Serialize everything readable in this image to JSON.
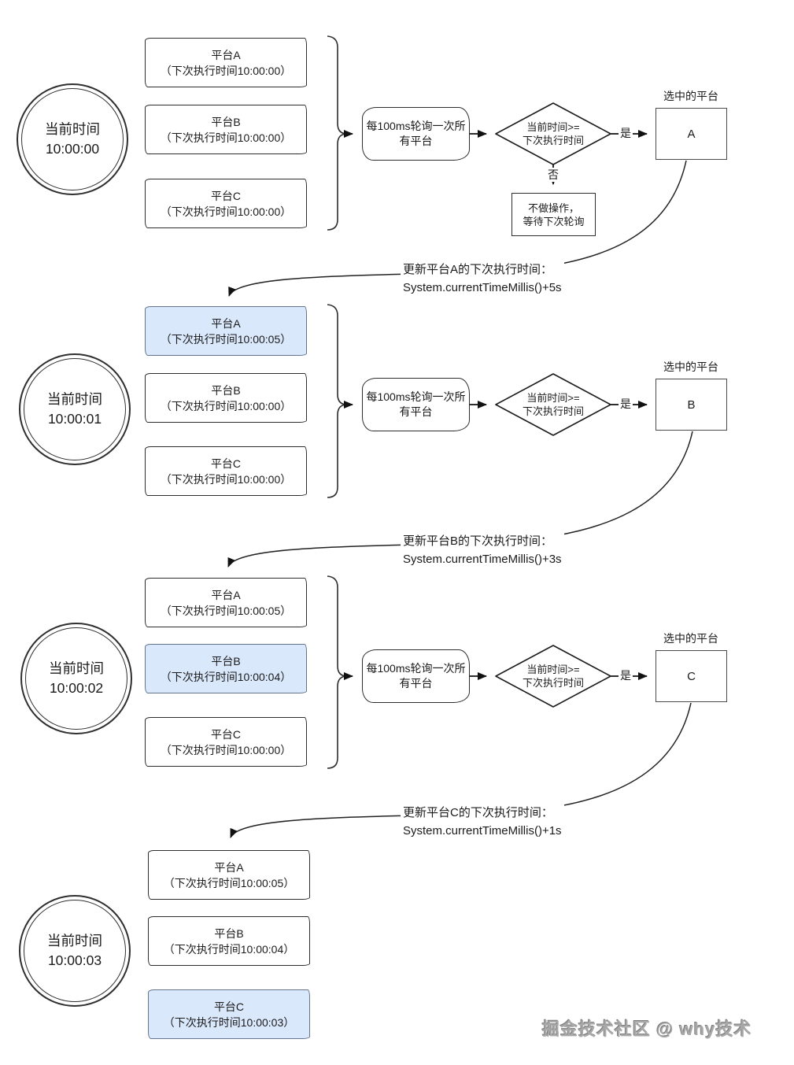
{
  "shared": {
    "time_caption": "当前时间",
    "poll_line1": "每100ms轮询一次所",
    "poll_line2": "有平台",
    "cond_line1": "当前时间>=",
    "cond_line2": "下次执行时间",
    "yes_label": "是",
    "no_label": "否",
    "noop_line1": "不做操作，",
    "noop_line2": "等待下次轮询",
    "selected_caption": "选中的平台"
  },
  "sections": [
    {
      "time": "10:00:00",
      "platforms": [
        {
          "name": "平台A",
          "schedule": "（下次执行时间10:00:00）",
          "highlighted": false
        },
        {
          "name": "平台B",
          "schedule": "（下次执行时间10:00:00）",
          "highlighted": false
        },
        {
          "name": "平台C",
          "schedule": "（下次执行时间10:00:00）",
          "highlighted": false
        }
      ],
      "selected": "A",
      "update_line1": "更新平台A的下次执行时间：",
      "update_line2": "System.currentTimeMillis()+5s"
    },
    {
      "time": "10:00:01",
      "platforms": [
        {
          "name": "平台A",
          "schedule": "（下次执行时间10:00:05）",
          "highlighted": true
        },
        {
          "name": "平台B",
          "schedule": "（下次执行时间10:00:00）",
          "highlighted": false
        },
        {
          "name": "平台C",
          "schedule": "（下次执行时间10:00:00）",
          "highlighted": false
        }
      ],
      "selected": "B",
      "update_line1": "更新平台B的下次执行时间：",
      "update_line2": "System.currentTimeMillis()+3s"
    },
    {
      "time": "10:00:02",
      "platforms": [
        {
          "name": "平台A",
          "schedule": "（下次执行时间10:00:05）",
          "highlighted": false
        },
        {
          "name": "平台B",
          "schedule": "（下次执行时间10:00:04）",
          "highlighted": true
        },
        {
          "name": "平台C",
          "schedule": "（下次执行时间10:00:00）",
          "highlighted": false
        }
      ],
      "selected": "C",
      "update_line1": "更新平台C的下次执行时间：",
      "update_line2": "System.currentTimeMillis()+1s"
    },
    {
      "time": "10:00:03",
      "platforms": [
        {
          "name": "平台A",
          "schedule": "（下次执行时间10:00:05）",
          "highlighted": false
        },
        {
          "name": "平台B",
          "schedule": "（下次执行时间10:00:04）",
          "highlighted": false
        },
        {
          "name": "平台C",
          "schedule": "（下次执行时间10:00:03）",
          "highlighted": true
        }
      ]
    }
  ],
  "watermark": "掘金技术社区 @ why技术",
  "colors": {
    "highlight_fill": "#dae8fc",
    "highlight_border": "#64748f",
    "stroke": "#2c2c2c"
  }
}
